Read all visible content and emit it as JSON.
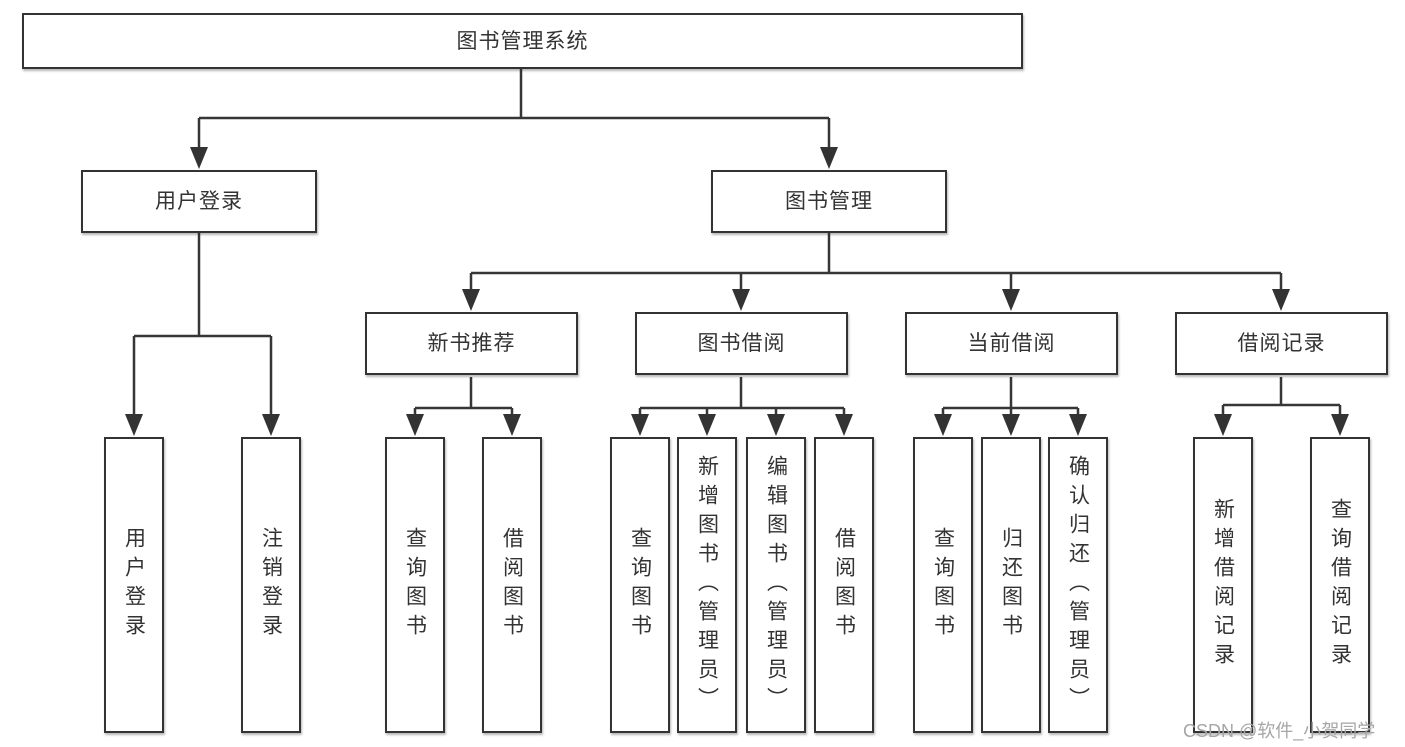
{
  "tree": {
    "root": "图书管理系统",
    "level2": [
      {
        "label": "用户登录"
      },
      {
        "label": "图书管理"
      }
    ],
    "level3": [
      {
        "label": "新书推荐"
      },
      {
        "label": "图书借阅"
      },
      {
        "label": "当前借阅"
      },
      {
        "label": "借阅记录"
      }
    ],
    "leaves": {
      "user_login": [
        "用户登录",
        "注销登录"
      ],
      "new_book_recommend": [
        "查询图书",
        "借阅图书"
      ],
      "book_borrow": [
        "查询图书",
        "新增图书（管理员）",
        "编辑图书（管理员）",
        "借阅图书"
      ],
      "current_borrow": [
        "查询图书",
        "归还图书",
        "确认归还（管理员）"
      ],
      "borrow_records": [
        "新增借阅记录",
        "查询借阅记录"
      ]
    }
  },
  "watermark": {
    "text": "CSDN @软件_小贺同学",
    "color": "#a6a6a6"
  },
  "colors": {
    "background": "#ffffff",
    "box_fill": "#ffffff",
    "box_border": "#333333",
    "connector": "#363636",
    "text": "#333333"
  }
}
